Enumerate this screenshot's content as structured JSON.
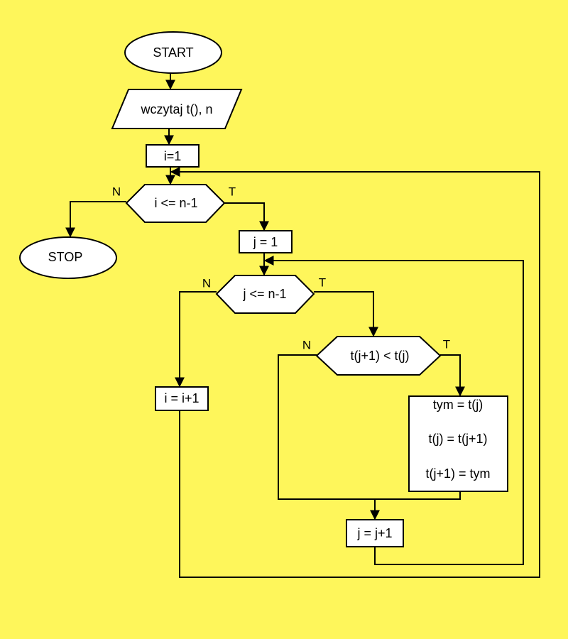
{
  "colors": {
    "background": "#FEF65B",
    "shape_fill": "#FFFFFF",
    "line": "#000000"
  },
  "nodes": {
    "start": "START",
    "input": "wczytaj t(), n",
    "init_i": "i=1",
    "cond_i": "i <= n-1",
    "stop": "STOP",
    "init_j": "j = 1",
    "cond_j": "j <= n-1",
    "cond_swap": "t(j+1) < t(j)",
    "swap": [
      "tym = t(j)",
      "t(j) = t(j+1)",
      "t(j+1) = tym"
    ],
    "inc_i": "i = i+1",
    "inc_j": "j = j+1"
  },
  "branch_labels": {
    "yes": "T",
    "no": "N"
  }
}
